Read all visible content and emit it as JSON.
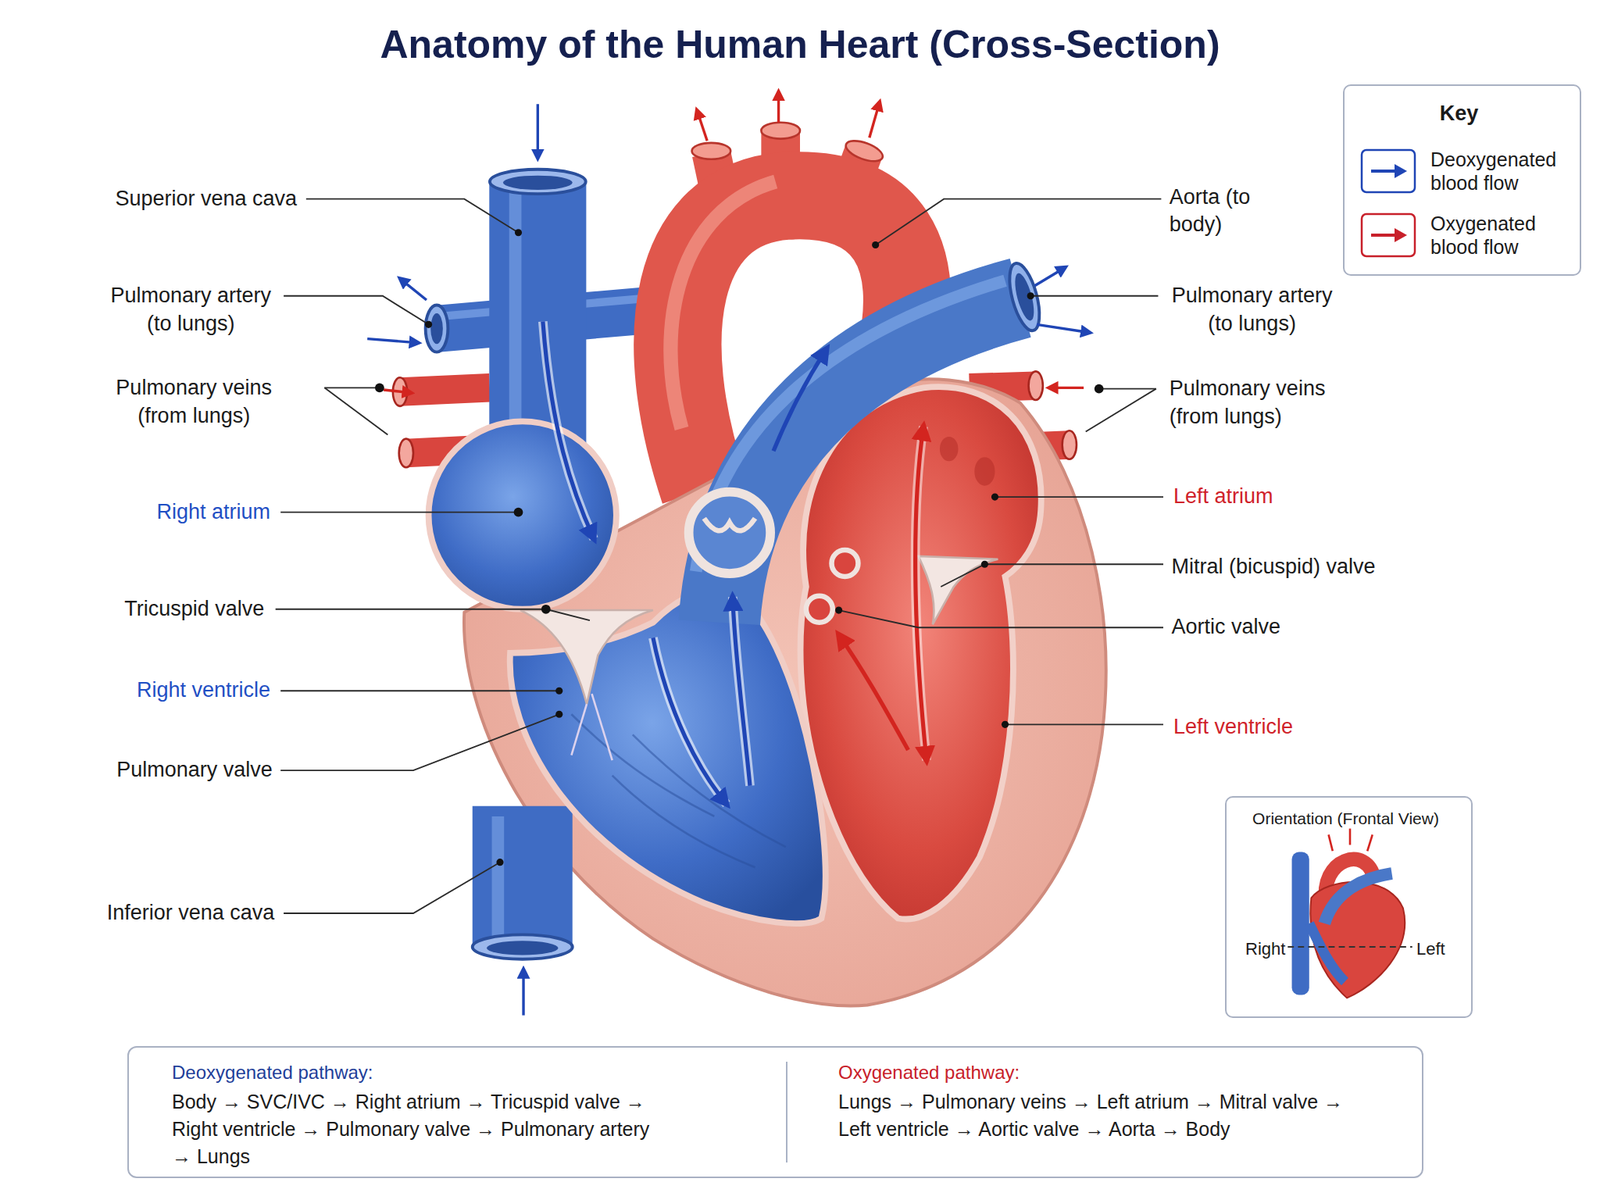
{
  "diagram": {
    "title": "Anatomy of the Human Heart (Cross-Section)",
    "nodes": [
      {
        "text": [
          "Key"
        ]
      },
      {
        "text": [
          "Orientation (Frontal View)",
          "Right",
          "Left"
        ]
      },
      {
        "text": [
          "Deoxygenated pathway:",
          "Body → SVC/IVC → Right atrium → Tricuspid valve → Right ventricle → Pulmonary valve → Pulmonary artery → Lungs",
          "Oxygenated pathway:",
          "Lungs → Pulmonary veins → Left atrium → Mitral valve → Left ventricle → Aortic valve → Aorta → Body"
        ]
      }
    ],
    "labels": [
      "Superior vena cava",
      "Pulmonary artery (to lungs)",
      "Pulmonary veins (from lungs)",
      "Right atrium",
      "Tricuspid valve",
      "Right ventricle",
      "Pulmonary valve",
      "Inferior vena cava",
      "Aorta (to body)",
      "Pulmonary artery (to lungs)",
      "Pulmonary veins (from lungs)",
      "Left atrium",
      "Mitral (bicuspid) valve",
      "Aortic valve",
      "Left ventricle"
    ],
    "legend": [
      {
        "text": "Deoxygenated blood flow"
      },
      {
        "text": "Oxygenated blood flow"
      }
    ]
  }
}
